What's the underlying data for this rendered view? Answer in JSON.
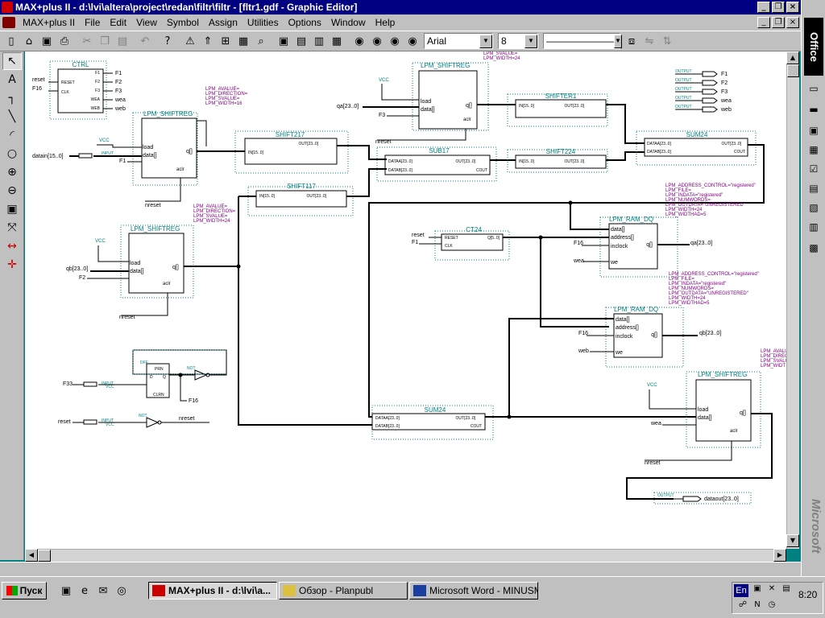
{
  "window": {
    "title": "MAX+plus II - d:\\lvi\\altera\\project\\redan\\filtr\\filtr - [fltr1.gdf - Graphic Editor]",
    "minimize": "_",
    "restore": "❐",
    "close": "×"
  },
  "menu": {
    "app_label": "MAX+plus II",
    "items": [
      "File",
      "Edit",
      "View",
      "Symbol",
      "Assign",
      "Utilities",
      "Options",
      "Window",
      "Help"
    ]
  },
  "toolbar": {
    "buttons": [
      "new-icon",
      "open-icon",
      "save-icon",
      "print-icon",
      "cut-icon",
      "copy-icon",
      "paste-icon",
      "undo-icon",
      "help-icon",
      "compile-icon",
      "simulate-icon",
      "timing-icon",
      "programmer-icon",
      "hierarchy-icon",
      "find-icon"
    ],
    "font_name": "Arial",
    "font_size": "8",
    "line_style": "———————"
  },
  "palette": [
    "pointer",
    "text",
    "orthogonal-line",
    "diagonal-line",
    "arc",
    "circle",
    "zoom-in",
    "zoom-out",
    "fit-window",
    "rubberband",
    "connect",
    "disconnect"
  ],
  "office": {
    "logo": "Office",
    "brand": "Microsoft"
  },
  "taskbar": {
    "start": "Пуск",
    "tasks": [
      {
        "label": "MAX+plus II - d:\\lvi\\a...",
        "active": true
      },
      {
        "label": "Обзор - Planpubl",
        "active": false
      },
      {
        "label": "Microsoft Word - MINUSM...",
        "active": false
      }
    ],
    "lang": "En",
    "clock": "8:20"
  },
  "schematic": {
    "labels": {
      "ctrl_title": "CTRL",
      "ctrl_in_reset": "reset",
      "ctrl_in_f16": "F16",
      "ctrl_pin_reset": "RESET",
      "ctrl_pin_clk": "CLK",
      "ctrl_out": [
        "F1",
        "F2",
        "F3",
        "WEA",
        "WEB"
      ],
      "ctrl_out_nets": [
        "F1",
        "F2",
        "F3",
        "wea",
        "web"
      ],
      "lpm_shiftreg": "LPM_SHIFTREG",
      "lpm_ram_dq": "LPM_RAM_DQ",
      "shift217": "SHIFT217",
      "shift117": "SHIFT117",
      "shift224": "SHIFT224",
      "shifter1": "SHIFTER1",
      "sub17": "SUB17",
      "sum24": "SUM24",
      "ct24": "CT24",
      "vcc": "VCC",
      "load": "load",
      "data": "data[]",
      "aclr": "aclr",
      "q": "q[]",
      "address": "address[]",
      "inclock": "inclock",
      "we": "we",
      "datain": "datain[15..0]",
      "nreset": "nreset",
      "f1": "F1",
      "f2": "F2",
      "f3": "F3",
      "f16": "F16",
      "f33": "F33",
      "reset": "reset",
      "wea": "wea",
      "web": "web",
      "qa": "qa[23..0]",
      "qb": "qb[23..0]",
      "dataout": "dataout[23..0]",
      "in_x": "IN[15..0]",
      "out_x": "OUT[23..0]",
      "dataa": "DATAA[23..0]",
      "datab": "DATAB[23..0]",
      "cout": "COUT",
      "q_ct": "Q[5..0]",
      "input": "INPUT",
      "output": "OUTPUT",
      "not": "NOT",
      "dff": "DFF",
      "prn": "PRN",
      "clrn": "CLRN",
      "d": "D",
      "qo": "Q",
      "param_shift1": [
        "LPM_AVALUE=",
        "LPM_DIRECTION=",
        "LPM_SVALUE=",
        "LPM_WIDTH=16"
      ],
      "param_shift2": [
        "LPM_AVALUE=",
        "LPM_DIRECTION=",
        "LPM_SVALUE=",
        "LPM_WIDTH=24"
      ],
      "param_shift_top": [
        "LPM_SVALUE=",
        "LPM_WIDTH=24"
      ],
      "param_ram1": [
        "LPM_ADDRESS_CONTROL=\"registered\"",
        "LPM_FILE=",
        "LPM_INDATA=\"registered\"",
        "LPM_NUMWORDS=",
        "LPM_OUTDATA=\"UNREGISTERED\"",
        "LPM_WIDTH=24",
        "LPM_WIDTHAD=5"
      ],
      "param_ram2": [
        "LPM_ADDRESS_CONTROL=\"registered\"",
        "LPM_FILE=",
        "LPM_INDATA=\"registered\"",
        "LPM_NUMWORDS=",
        "LPM_OUTDATA=\"UNREGISTERED\"",
        "LPM_WIDTH=24",
        "LPM_WIDTHAD=5"
      ],
      "param_shift_right": [
        "LPM_AVALUE",
        "LPM_DIREC",
        "LPM_SVALU",
        "LPM_WIDT"
      ]
    }
  }
}
